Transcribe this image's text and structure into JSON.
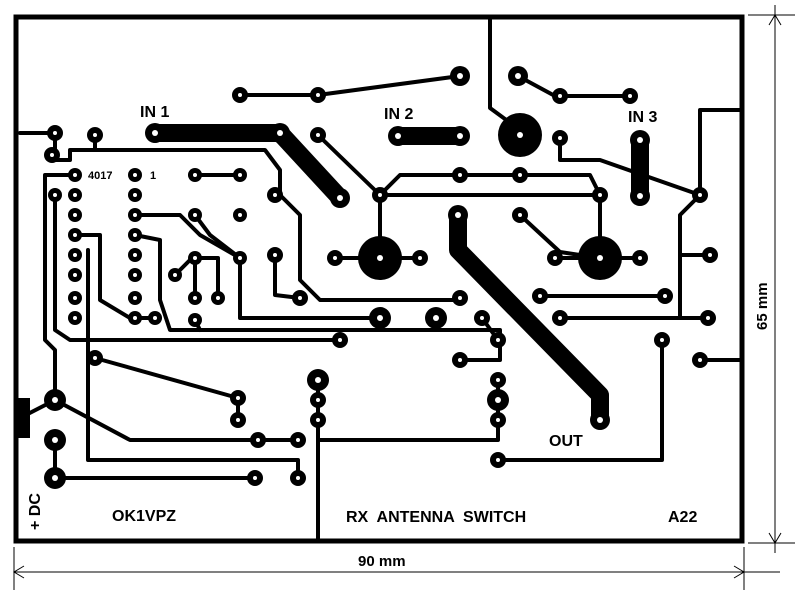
{
  "board": {
    "title": "RX  ANTENNA  SWITCH",
    "author": "OK1VPZ",
    "code": "A22",
    "ic_label": "4017",
    "ic_pin1": "1",
    "power_label": "+ DC",
    "output_label": "OUT",
    "inputs": [
      "IN 1",
      "IN 2",
      "IN 3"
    ]
  },
  "dimensions": {
    "width_label": "90 mm",
    "height_label": "65 mm"
  },
  "colors": {
    "copper": "#000000",
    "background": "#ffffff"
  }
}
